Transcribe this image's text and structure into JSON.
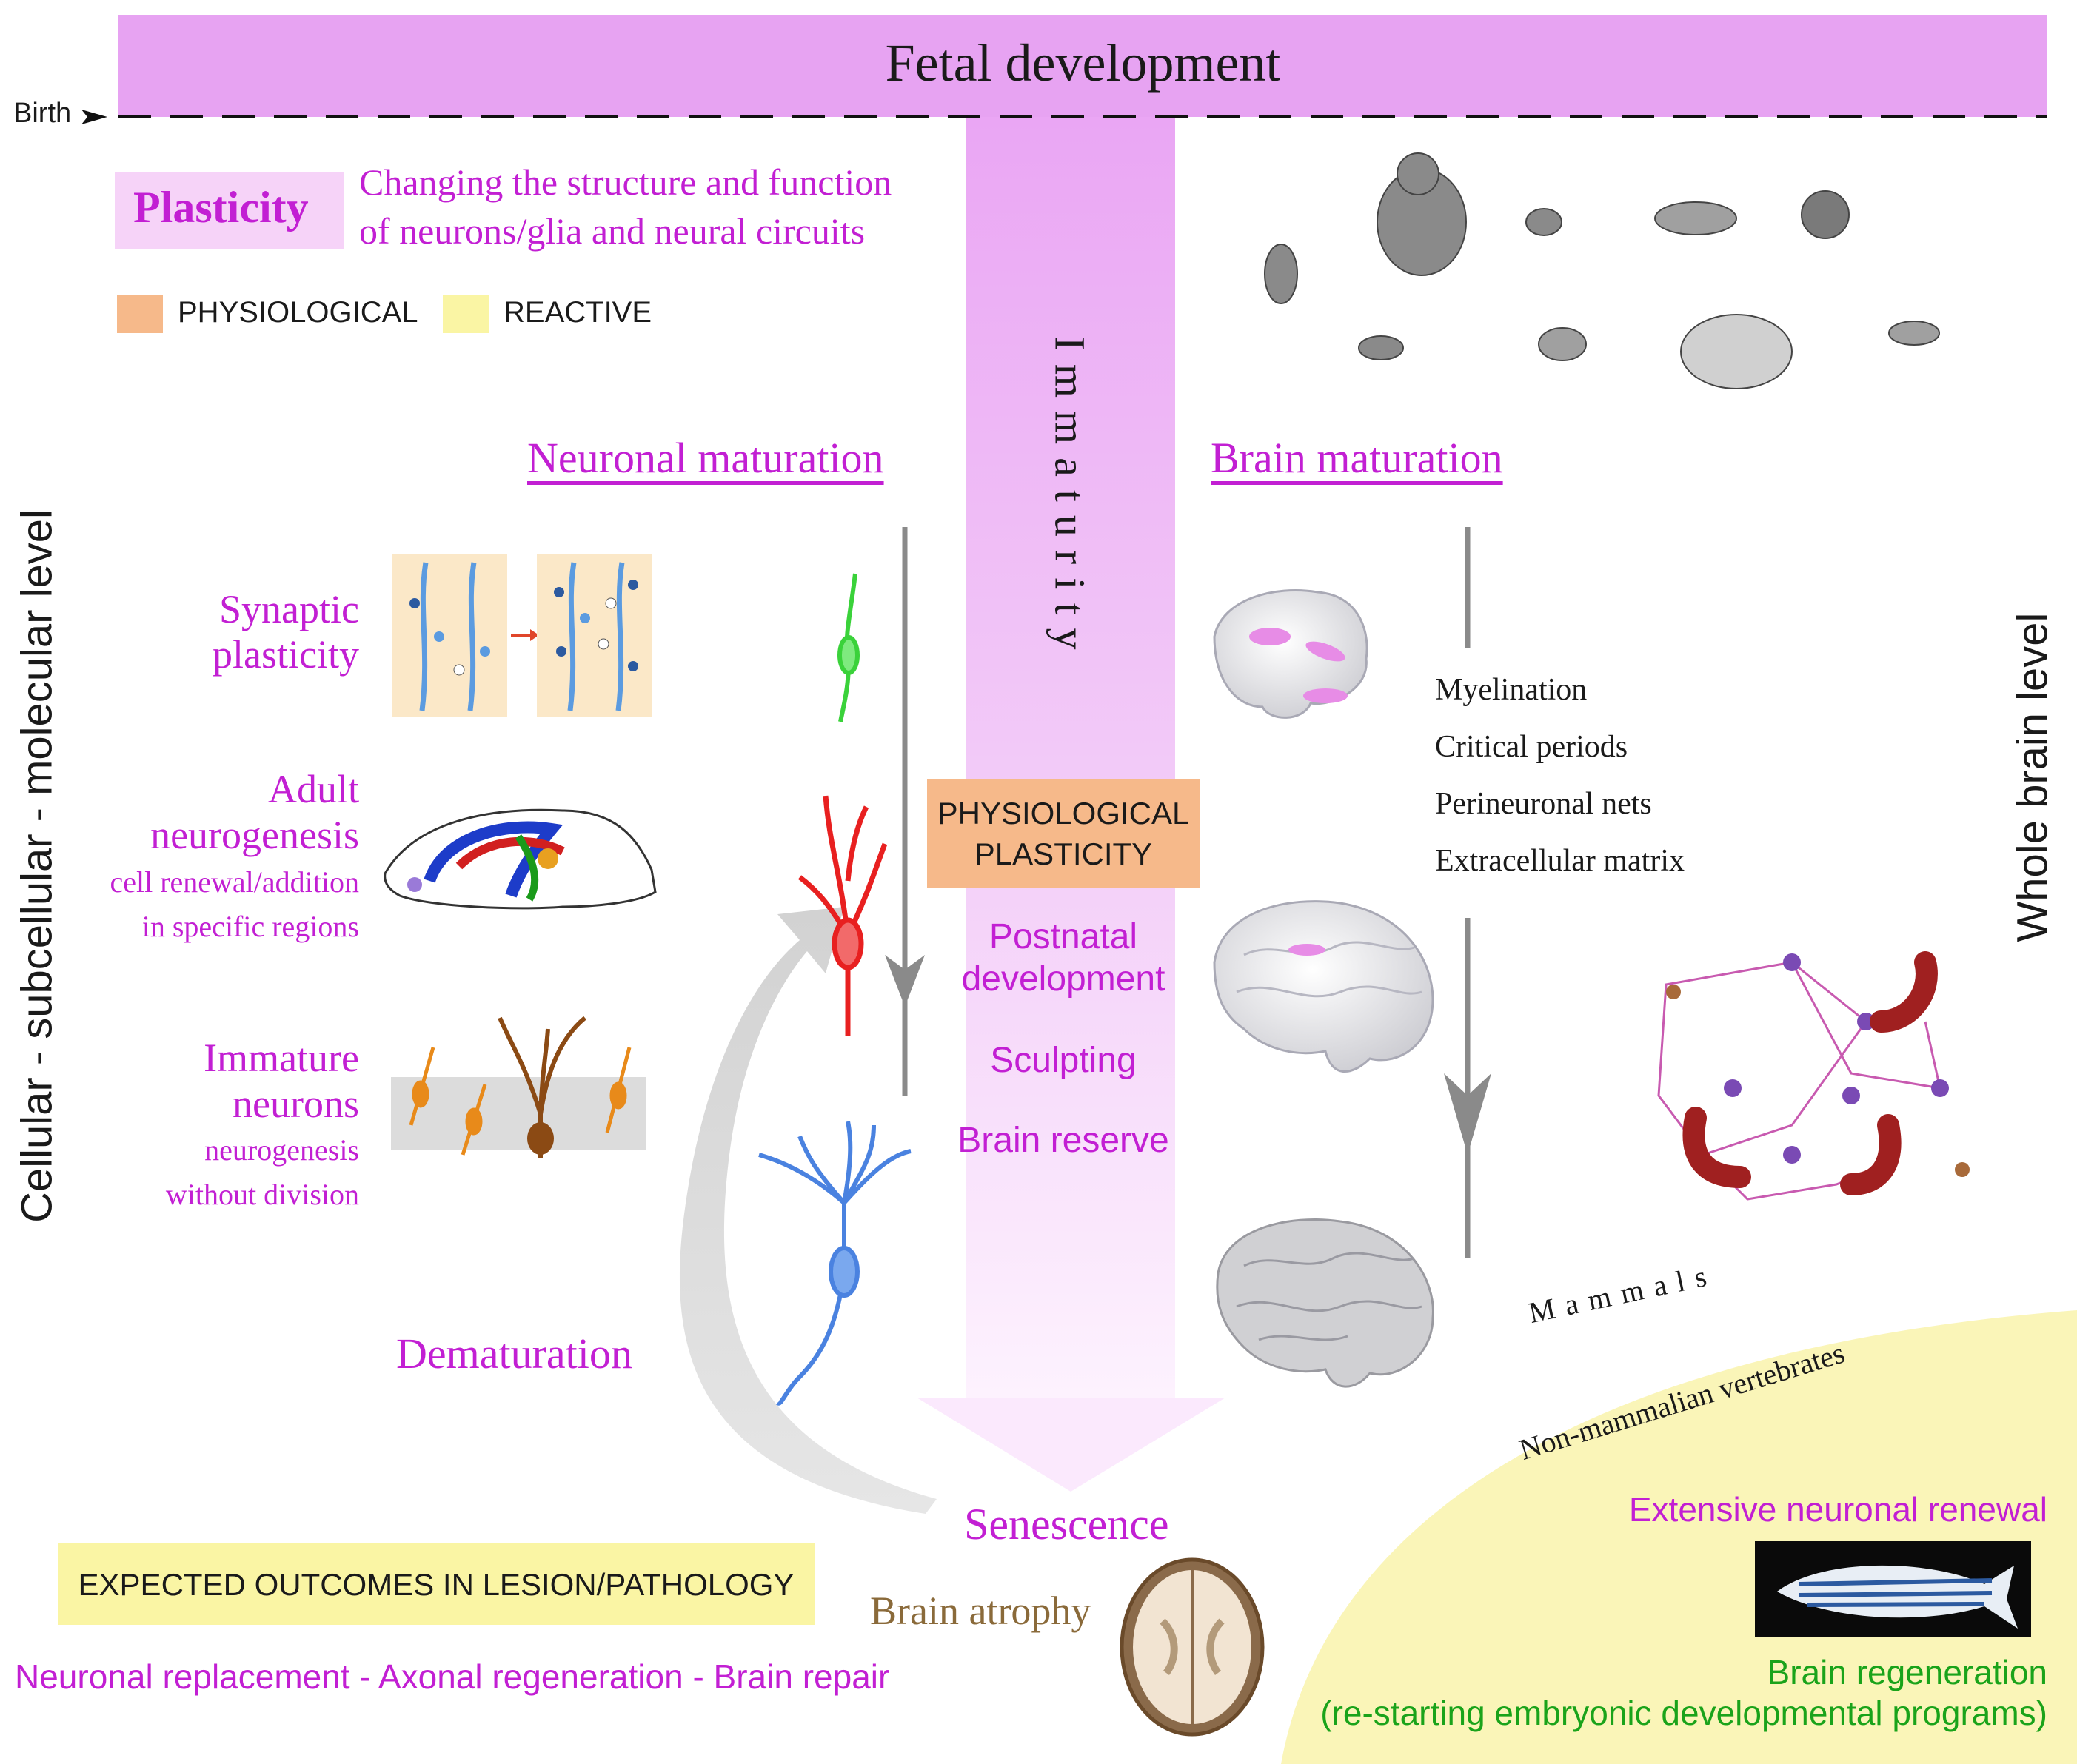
{
  "header": {
    "title": "Fetal development",
    "birth_label": "Birth"
  },
  "plasticity": {
    "label": "Plasticity",
    "definition_line1": "Changing the structure and function",
    "definition_line2": "of neurons/glia and neural circuits"
  },
  "legend": {
    "items": [
      {
        "label": "PHYSIOLOGICAL",
        "color": "#f6b98a"
      },
      {
        "label": "REACTIVE",
        "color": "#faf5a4"
      }
    ]
  },
  "axes": {
    "left": "Cellular - subcellular - molecular level",
    "right": "Whole brain level",
    "center": "Immaturity"
  },
  "neuronal_maturation": {
    "title": "Neuronal maturation",
    "synaptic_line1": "Synaptic",
    "synaptic_line2": "plasticity",
    "adult_line1": "Adult",
    "adult_line2": "neurogenesis",
    "adult_sub1": "cell renewal/addition",
    "adult_sub2": "in specific regions",
    "immature_line1": "Immature",
    "immature_line2": "neurons",
    "immature_sub1": "neurogenesis",
    "immature_sub2": "without division",
    "dematuration": "Dematuration"
  },
  "center": {
    "box_line1": "PHYSIOLOGICAL",
    "box_line2": "PLASTICITY",
    "postnatal_line1": "Postnatal",
    "postnatal_line2": "development",
    "sculpting": "Sculpting",
    "reserve": "Brain reserve",
    "senescence": "Senescence",
    "atrophy": "Brain atrophy"
  },
  "brain_maturation": {
    "title": "Brain maturation",
    "items": [
      "Myelination",
      "Critical periods",
      "Perineuronal nets",
      "Extracellular matrix"
    ],
    "mammals": "Mammals"
  },
  "non_mammalian": {
    "label": "Non-mammalian vertebrates",
    "renewal": "Extensive neuronal renewal",
    "regen_line1": "Brain regeneration",
    "regen_line2": "(re-starting embryonic developmental programs)"
  },
  "outcomes": {
    "box": "EXPECTED OUTCOMES IN LESION/PATHOLOGY",
    "list": "Neuronal replacement - Axonal regeneration - Brain repair"
  },
  "colors": {
    "magenta_text": "#c21fd3",
    "banner": "#e7a3f2",
    "column_top": "#eaa6f4",
    "physio_box": "#f6b98a",
    "reactive_box": "#faf5a4",
    "plasticity_bg": "#f6d3f8",
    "green_text": "#1aa31a"
  },
  "icons": [
    "neuron-green-icon",
    "neuron-red-icon",
    "neuron-blue-icon",
    "brain-icon",
    "mouse-brain-icon",
    "zebrafish-icon",
    "glia-network-icon",
    "animals-icon"
  ]
}
